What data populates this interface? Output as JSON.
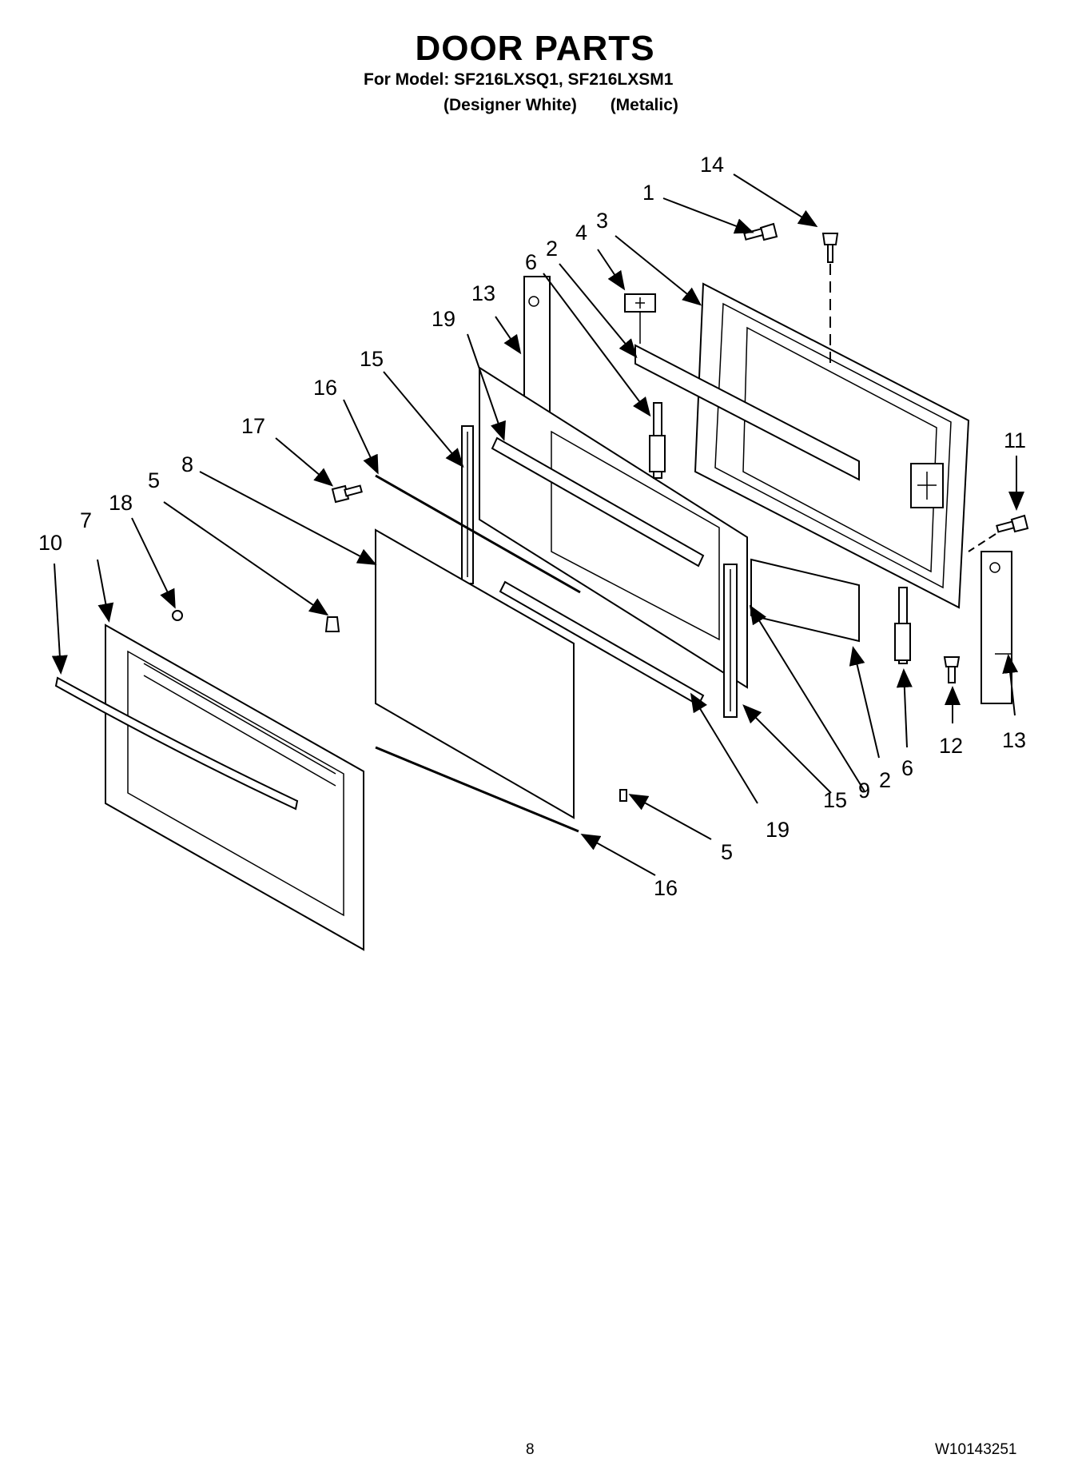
{
  "header": {
    "title": "DOOR PARTS",
    "subtitle": "For Model: SF216LXSQ1, SF216LXSM1",
    "variants": [
      "(Designer White)",
      "(Metalic)"
    ]
  },
  "callouts": [
    {
      "id": "c14",
      "label": "14"
    },
    {
      "id": "c1",
      "label": "1"
    },
    {
      "id": "c4",
      "label": "4"
    },
    {
      "id": "c3",
      "label": "3"
    },
    {
      "id": "c6a",
      "label": "6"
    },
    {
      "id": "c2a",
      "label": "2"
    },
    {
      "id": "c13a",
      "label": "13"
    },
    {
      "id": "c19a",
      "label": "19"
    },
    {
      "id": "c15a",
      "label": "15"
    },
    {
      "id": "c16a",
      "label": "16"
    },
    {
      "id": "c17",
      "label": "17"
    },
    {
      "id": "c8",
      "label": "8"
    },
    {
      "id": "c5a",
      "label": "5"
    },
    {
      "id": "c18",
      "label": "18"
    },
    {
      "id": "c7",
      "label": "7"
    },
    {
      "id": "c10",
      "label": "10"
    },
    {
      "id": "c11",
      "label": "11"
    },
    {
      "id": "c12",
      "label": "12"
    },
    {
      "id": "c13b",
      "label": "13"
    },
    {
      "id": "c6b",
      "label": "6"
    },
    {
      "id": "c2b",
      "label": "2"
    },
    {
      "id": "c9",
      "label": "9"
    },
    {
      "id": "c15b",
      "label": "15"
    },
    {
      "id": "c19b",
      "label": "19"
    },
    {
      "id": "c5b",
      "label": "5"
    },
    {
      "id": "c16b",
      "label": "16"
    }
  ],
  "footer": {
    "page": "8",
    "doc_number": "W10143251"
  }
}
